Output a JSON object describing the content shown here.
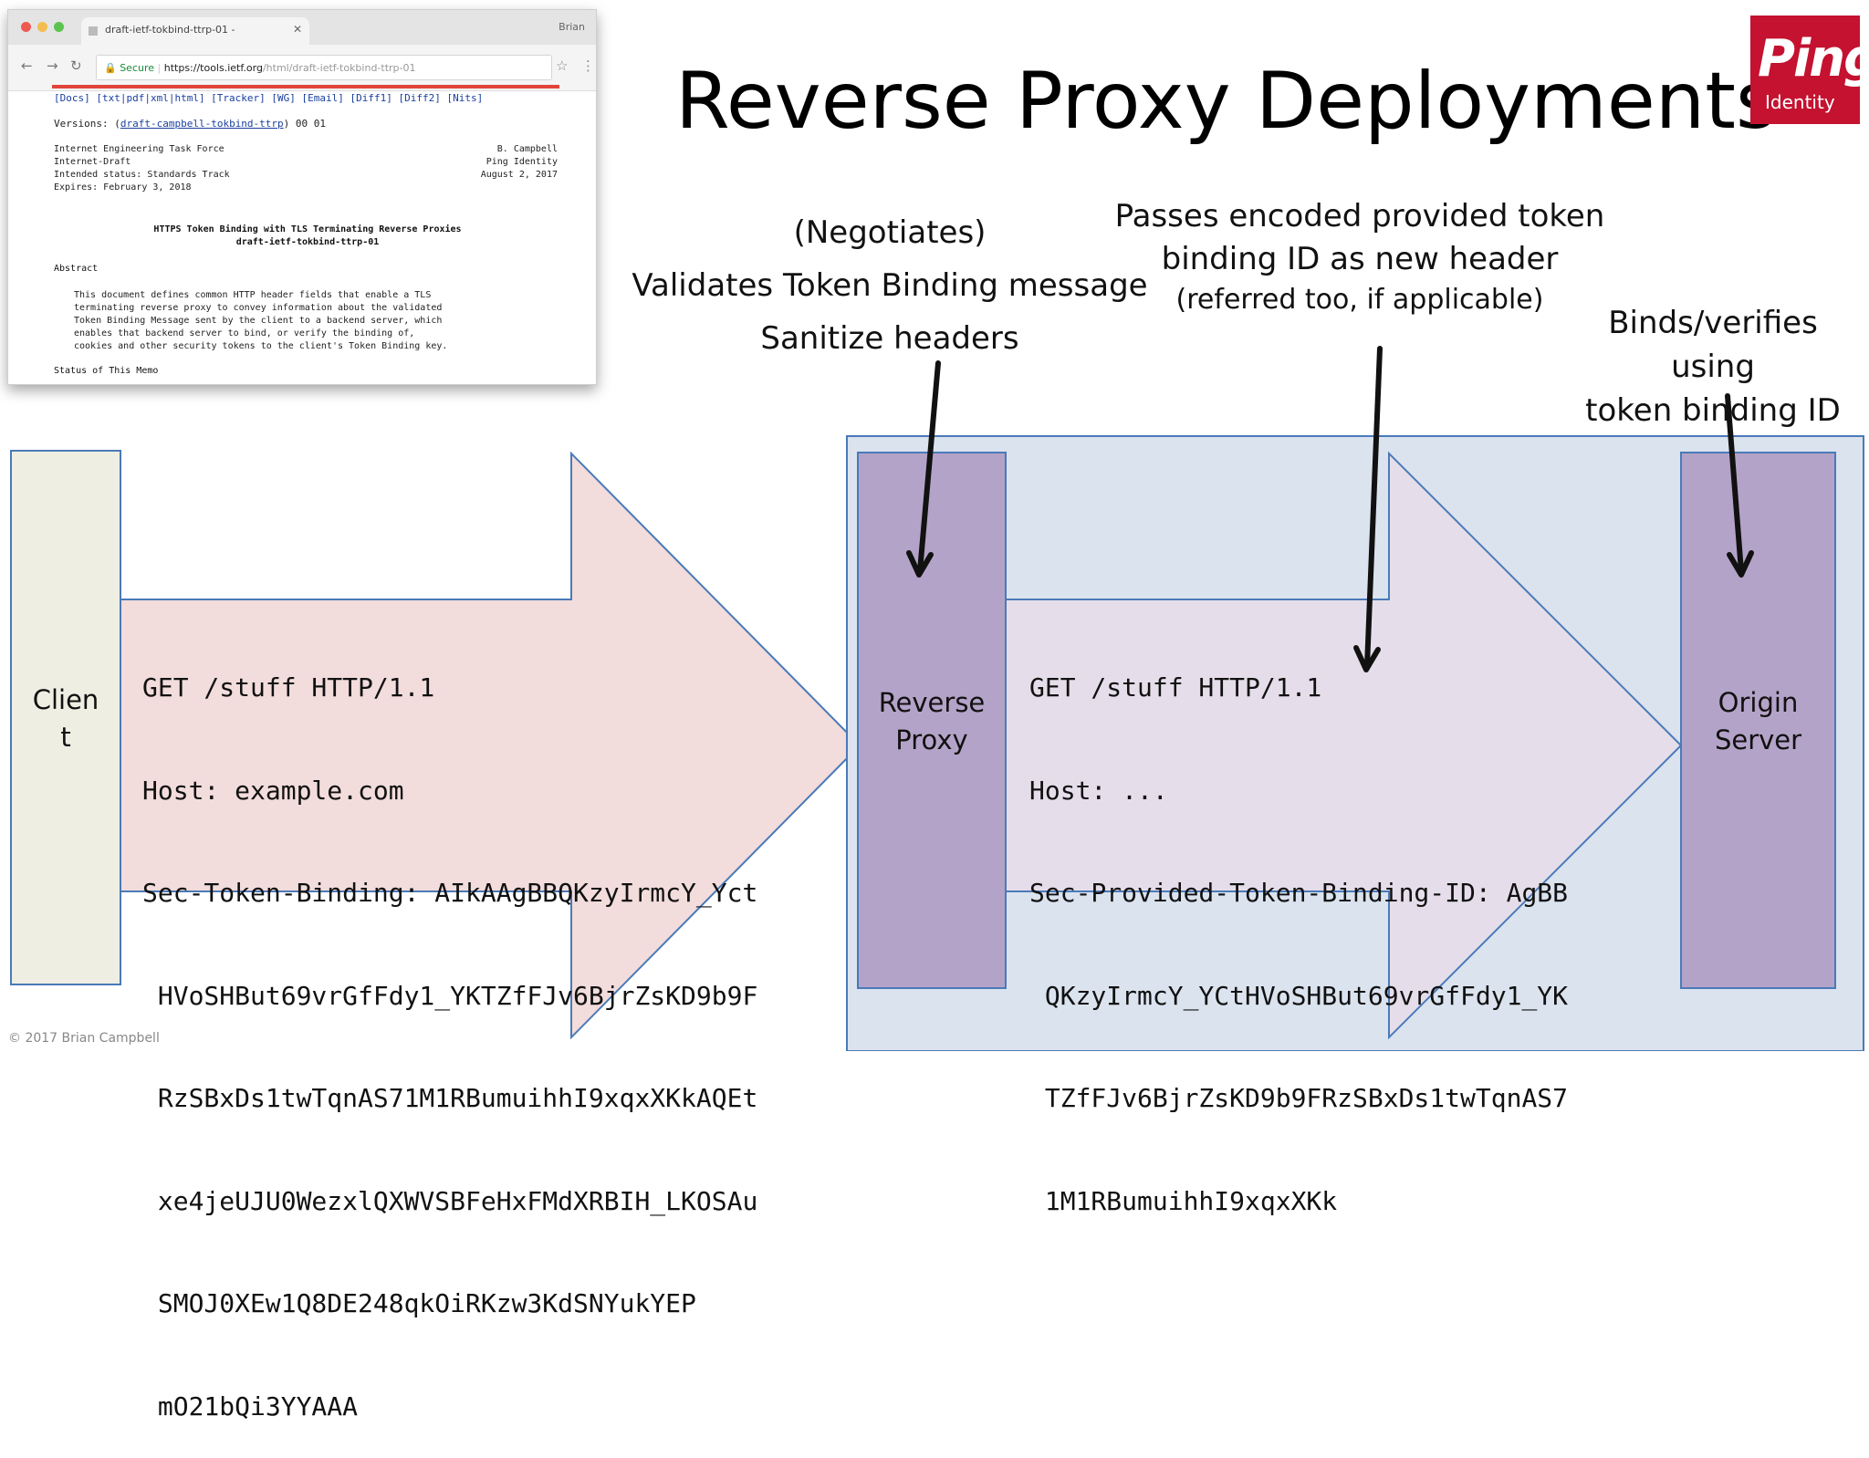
{
  "slide": {
    "title": "Reverse Proxy Deployments",
    "footer": "© 2017 Brian Campbell",
    "logo": {
      "name": "Ping",
      "sub": "Identity"
    },
    "colors": {
      "client_box": "#eeeee2",
      "left_arrow": "#f2dcdc",
      "deployment_area": "#dbe3ef",
      "proxy_box": "#b4a3c8",
      "right_arrow": "#e5deea",
      "outline": "#4a7ab8",
      "logo_red": "#c41230"
    }
  },
  "browser": {
    "tab_title": "draft-ietf-tokbind-ttrp-01 -",
    "profile": "Brian",
    "url_secure": "Secure",
    "url_host": "https://tools.ietf.org",
    "url_path": "/html/draft-ietf-tokbind-ttrp-01",
    "doc": {
      "links": "[Docs] [txt|pdf|xml|html] [Tracker] [WG] [Email] [Diff1] [Diff2] [Nits]",
      "versions_label": "Versions: (",
      "versions_link": "draft-campbell-tokbind-ttrp",
      "versions_rest": ") 00 01",
      "meta_left": "Internet Engineering Task Force\nInternet-Draft\nIntended status: Standards Track\nExpires: February 3, 2018",
      "meta_right": "B. Campbell\nPing Identity\nAugust 2, 2017",
      "title": "HTTPS Token Binding with TLS Terminating Reverse Proxies\ndraft-ietf-tokbind-ttrp-01",
      "abstract_heading": "Abstract",
      "abstract": "This document defines common HTTP header fields that enable a TLS\nterminating reverse proxy to convey information about the validated\nToken Binding Message sent by the client to a backend server, which\nenables that backend server to bind, or verify the binding of,\ncookies and other security tokens to the client's Token Binding key.",
      "status": "Status of This Memo"
    }
  },
  "annotations": {
    "proxy": [
      "(Negotiates)",
      "Validates Token Binding message",
      "Sanitize headers"
    ],
    "header_1": "Passes encoded provided token",
    "header_2": "binding ID as new header",
    "header_3": "(referred too, if applicable)",
    "origin_1": "Binds/verifies using",
    "origin_2": "token binding ID"
  },
  "boxes": {
    "client_1": "Clien",
    "client_2": "t",
    "proxy_1": "Reverse",
    "proxy_2": "Proxy",
    "origin_1": "Origin",
    "origin_2": "Server"
  },
  "request_in": [
    "GET /stuff HTTP/1.1",
    "Host: example.com",
    "Sec-Token-Binding: AIkAAgBBQKzyIrmcY_Yct",
    " HVoSHBut69vrGfFdy1_YKTZfFJv6BjrZsKD9b9F",
    " RzSBxDs1twTqnAS71M1RBumuihhI9xqxXKkAQEt",
    " xe4jeUJU0WezxlQXWVSBFeHxFMdXRBIH_LKOSAu",
    " SMOJ0XEw1Q8DE248qkOiRKzw3KdSNYukYEP",
    " mO21bQi3YYAAA"
  ],
  "request_out": [
    "GET /stuff HTTP/1.1",
    "Host: ...",
    "Sec-Provided-Token-Binding-ID: AgBB",
    " QKzyIrmcY_YCtHVoSHBut69vrGfFdy1_YK",
    " TZfFJv6BjrZsKD9b9FRzSBxDs1twTqnAS7",
    " 1M1RBumuihhI9xqxXKk"
  ]
}
